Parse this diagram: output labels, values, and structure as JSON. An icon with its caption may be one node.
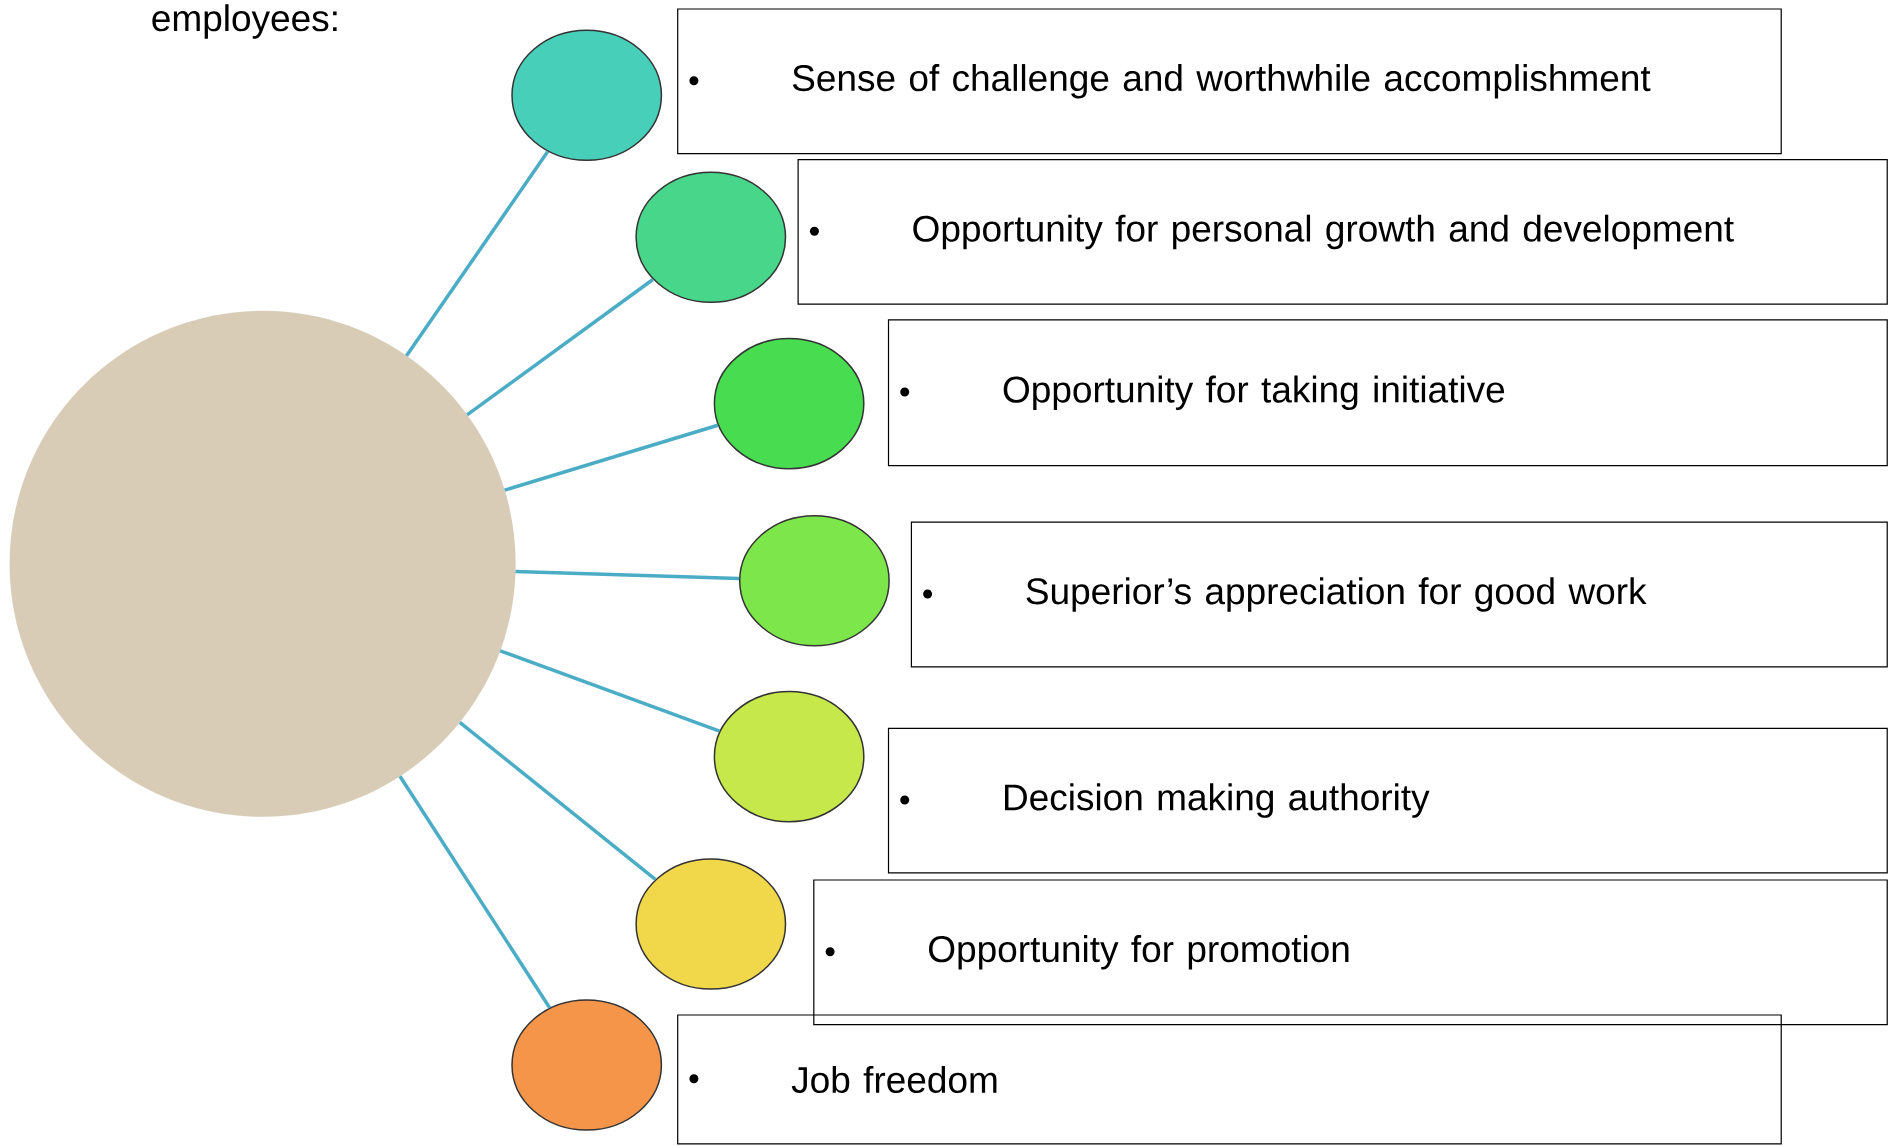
{
  "diagram": {
    "nodes": [
      {
        "text": [],
        "shape": "circle"
      },
      {
        "text": [],
        "shape": "circle"
      },
      {
        "text": [],
        "shape": "circle"
      },
      {
        "text": [],
        "shape": "circle"
      },
      {
        "text": [],
        "shape": "circle"
      },
      {
        "text": [],
        "shape": "circle"
      },
      {
        "text": [],
        "shape": "circle"
      },
      {
        "text": [],
        "shape": "circle"
      },
      {
        "text": [
          "Sense of challenge and worthwhile accomplishment"
        ]
      },
      {
        "text": [
          "Opportunity for personal growth and development"
        ]
      },
      {
        "text": [
          "Opportunity for taking initiative"
        ]
      },
      {
        "text": [
          "Superior’s appreciation for good work"
        ]
      },
      {
        "text": [
          "Decision making authority"
        ]
      },
      {
        "text": [
          "Opportunity for promotion"
        ]
      },
      {
        "text": [
          "Job freedom"
        ]
      }
    ],
    "edges": [
      {
        "from": 0,
        "to": 1,
        "arrow": "none"
      },
      {
        "from": 0,
        "to": 2,
        "arrow": "none"
      },
      {
        "from": 0,
        "to": 3,
        "arrow": "none"
      },
      {
        "from": 0,
        "to": 4,
        "arrow": "none"
      },
      {
        "from": 0,
        "to": 5,
        "arrow": "none"
      },
      {
        "from": 0,
        "to": 6,
        "arrow": "none"
      },
      {
        "from": 0,
        "to": 7,
        "arrow": "none"
      }
    ],
    "labels": [
      "employees:"
    ]
  }
}
